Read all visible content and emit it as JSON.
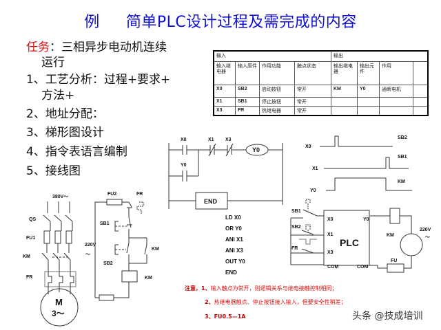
{
  "title": {
    "prefix": "例",
    "text": "简单PLC设计过程及需完成的内容"
  },
  "task": {
    "label": "任务",
    "line1": "：三相异步电动机连续",
    "line2": "运行",
    "steps": [
      {
        "line1": "1、工艺分析：过程+要求+",
        "line2": "方法+"
      },
      {
        "line1": "2、地址分配："
      },
      {
        "line1": "3、梯形图设计"
      },
      {
        "line1": "4、指令表语言编制"
      },
      {
        "line1": "5、接线图"
      }
    ]
  },
  "io_table": {
    "input_header": "输入",
    "output_header": "输出",
    "columns": [
      "输入继电器",
      "输入原件",
      "作用功能",
      "触点状态",
      "输出继电器",
      "输出元件",
      "作用",
      ""
    ],
    "rows": [
      [
        "X0",
        "SB2",
        "启动按钮",
        "常开",
        "KM",
        "Y0",
        "通断电机",
        ""
      ],
      [
        "X1",
        "SB1",
        "停止按钮",
        "常开",
        "",
        "",
        "",
        ""
      ],
      [
        "X3",
        "FR",
        "热继电器",
        "常开",
        "",
        "",
        "",
        ""
      ]
    ]
  },
  "ladder": {
    "contacts": [
      "X0",
      "X1",
      "X3",
      "Y0"
    ],
    "coil": "Y0",
    "end": "END"
  },
  "timing": {
    "signals": [
      {
        "name": "X0",
        "device": "SB2"
      },
      {
        "name": "X1",
        "device": "SB1"
      },
      {
        "name": "Y0",
        "device": "KM"
      }
    ]
  },
  "instructions": [
    "LD  X0",
    "OR  Y0",
    "ANI X1",
    "ANI X3",
    "OUT Y0",
    "END"
  ],
  "main_circuit": {
    "supply": "380V～",
    "labels": [
      "QS",
      "FU1",
      "KM",
      "FR"
    ],
    "motor": "M",
    "motor_phase": "3～"
  },
  "control_circuit": {
    "labels": [
      "FU2",
      "FR",
      "SB1",
      "220V",
      "～",
      "SB2",
      "KM",
      "KM"
    ]
  },
  "plc_wiring": {
    "plc": "PLC",
    "inputs": [
      "X0",
      "X1",
      "X3",
      "COM"
    ],
    "outputs": [
      "Y0",
      "COM"
    ],
    "devices": [
      "SB1",
      "SB2",
      "FR"
    ],
    "km": "KM",
    "fu": "FU",
    "supply": "220V",
    "tilde": "～"
  },
  "notes": {
    "label": "注意，",
    "items": [
      {
        "num": "1、",
        "text": "输入触点为常开，则逻辑关系与继电接触控制相同；"
      },
      {
        "num": "2、",
        "text": "热继电器触点、停止按钮接入输入，但要安全性稍差；"
      },
      {
        "num": "3、",
        "text": "FU0.5—1A"
      }
    ]
  },
  "watermark": "头条 @技成培训"
}
